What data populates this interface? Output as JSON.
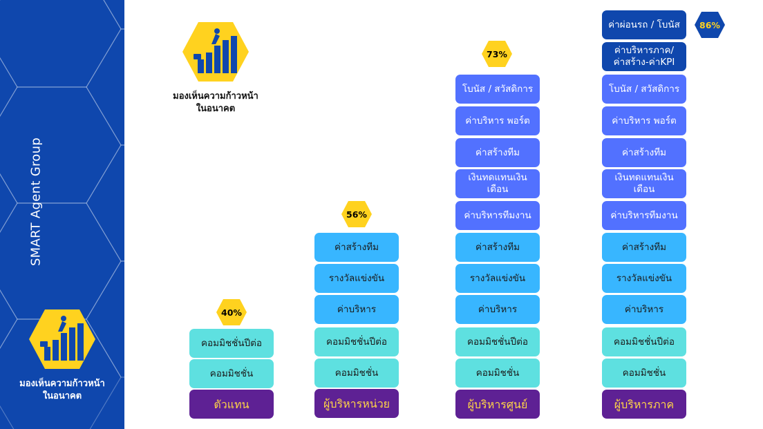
{
  "sidebar": {
    "title": "SMART Agent Group",
    "caption_line1": "มองเห็นความก้าวหน้า",
    "caption_line2": "ในอนาคต",
    "icon": "career-growth-icon"
  },
  "header": {
    "caption_line1": "มองเห็นความก้าวหน้า",
    "caption_line2": "ในอนาคต",
    "icon": "career-growth-icon"
  },
  "colors": {
    "sidebar_bg": "#0f47ad",
    "badge_yellow": "#ffd21f",
    "teal": "#5ee0e0",
    "sky": "#38b6ff",
    "indigo": "#5271ff",
    "navy": "#0f47ad",
    "purple": "#5e2194",
    "purple_text": "#ffd447"
  },
  "columns": [
    {
      "badge": "40%",
      "items": [
        "คอมมิชชั่นปีต่อ",
        "คอมมิชชั่น"
      ],
      "level": "ตัวแทน"
    },
    {
      "badge": "56%",
      "items": [
        "ค่าสร้างทีม",
        "รางวัลแข่งขัน",
        "ค่าบริหาร",
        "คอมมิชชั่นปีต่อ",
        "คอมมิชชั่น"
      ],
      "level": "ผู้บริหารหน่วย"
    },
    {
      "badge": "73%",
      "items": [
        "โบนัส / สวัสดิการ",
        "ค่าบริหาร พอร์ต",
        "ค่าสร้างทีม",
        "เงินทดแทนเงินเดือน",
        "ค่าบริหารทีมงาน",
        "ค่าสร้างทีม",
        "รางวัลแข่งขัน",
        "ค่าบริหาร",
        "คอมมิชชั่นปีต่อ",
        "คอมมิชชั่น"
      ],
      "level": "ผู้บริหารศูนย์"
    },
    {
      "badge": "86%",
      "top_items": [
        "ค่าผ่อนรถ / โบนัส",
        "ค่าบริหารภาค/",
        "ค่าสร้าง-ค่าKPI"
      ],
      "items": [
        "โบนัส / สวัสดิการ",
        "ค่าบริหาร พอร์ต",
        "ค่าสร้างทีม",
        "เงินทดแทนเงินเดือน",
        "ค่าบริหารทีมงาน",
        "ค่าสร้างทีม",
        "รางวัลแข่งขัน",
        "ค่าบริหาร",
        "คอมมิชชั่นปีต่อ",
        "คอมมิชชั่น"
      ],
      "level": "ผู้บริหารภาค"
    }
  ]
}
